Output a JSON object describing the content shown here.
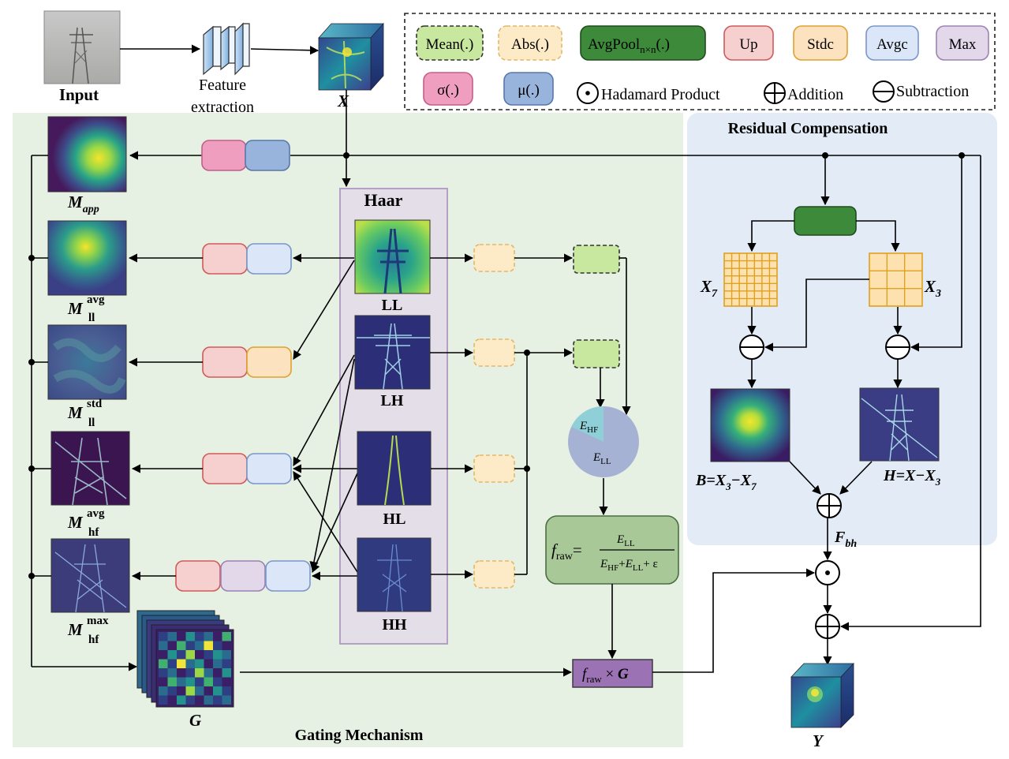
{
  "legend": {
    "mean": "Mean(.)",
    "abs": "Abs(.)",
    "avgpool": "AvgPool",
    "avgpool_sub": "n×n",
    "avgpool_suffix": "(.)",
    "up": "Up",
    "stdc": "Stdc",
    "avgc": "Avgc",
    "max": "Max",
    "sigma": "σ(.)",
    "mu": "μ(.)",
    "hadamard": "Hadamard Product",
    "addition": "Addition",
    "subtraction": "Subtraction"
  },
  "input_label": "Input",
  "feature_label_1": "Feature",
  "feature_label_2": "extraction",
  "x_label": "X",
  "haar_label": "Haar",
  "bands": {
    "ll": "LL",
    "lh": "LH",
    "hl": "HL",
    "hh": "HH"
  },
  "maps": {
    "app": {
      "main": "M",
      "sub": "app"
    },
    "avg_ll": {
      "main": "M",
      "sup": "avg",
      "sub": "ll"
    },
    "std_ll": {
      "main": "M",
      "sup": "std",
      "sub": "ll"
    },
    "avg_hf": {
      "main": "M",
      "sup": "avg",
      "sub": "hf"
    },
    "max_hf": {
      "main": "M",
      "sup": "max",
      "sub": "hf"
    }
  },
  "pie": {
    "hf": "E",
    "hf_sub": "HF",
    "ll": "E",
    "ll_sub": "LL",
    "hf_fraction": 0.18
  },
  "formula": {
    "lhs": "f",
    "lhs_sub": "raw",
    "eq": "=",
    "num": "E",
    "num_sub": "LL",
    "den_1": "E",
    "den_1_sub": "HF",
    "den_plus": "+",
    "den_2": "E",
    "den_2_sub": "LL",
    "den_eps": "+ ε"
  },
  "gate_out": {
    "f": "f",
    "sub": "raw",
    "times": " × ",
    "g": "G"
  },
  "g_label": "G",
  "gating_title": "Gating Mechanism",
  "residual_title": "Residual Compensation",
  "x7": {
    "main": "X",
    "sub": "7"
  },
  "x3": {
    "main": "X",
    "sub": "3"
  },
  "b_eq": {
    "a": "B",
    "b": "=X",
    "b_sub": "3",
    "c": "−X",
    "c_sub": "7"
  },
  "h_eq": {
    "a": "H",
    "b": "=X−X",
    "b_sub": "3"
  },
  "fbh": {
    "main": "F",
    "sub": "bh"
  },
  "y_label": "Y",
  "colors": {
    "gating_bg": "#e6f0e3",
    "residual_bg": "#e3ebf6",
    "haar_bg": "#e4dee8",
    "mean": "#c8e8a0",
    "abs": "#fdebc8",
    "avgpool": "#3d8a3a",
    "up": "#f6cfcf",
    "stdc": "#fde2c0",
    "avgc": "#dbe6f8",
    "max": "#e2d8ea",
    "sigma": "#ef9ec0",
    "mu": "#98b4dc",
    "formula": "#a8c898",
    "gate": "#9b72b4",
    "grid": "#fde2b0"
  }
}
